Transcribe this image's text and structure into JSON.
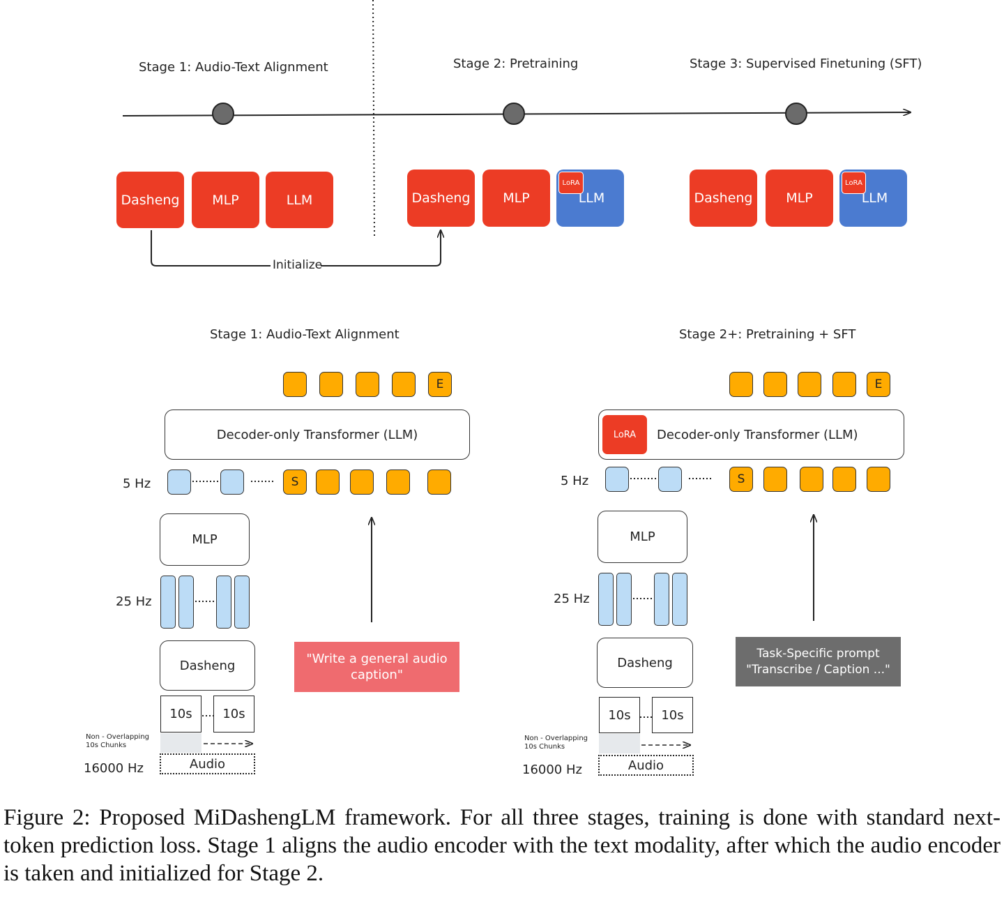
{
  "top": {
    "stage1_title": "Stage 1: Audio-Text Alignment",
    "stage2_title": "Stage 2: Pretraining",
    "stage3_title": "Stage 3: Supervised Finetuning (SFT)",
    "stage1_blocks": [
      "Dasheng",
      "MLP",
      "LLM"
    ],
    "stage2_blocks": [
      "Dasheng",
      "MLP",
      "LLM"
    ],
    "stage3_blocks": [
      "Dasheng",
      "MLP",
      "LLM"
    ],
    "lora_badge": "LoRA",
    "initialize_label": "Initialize",
    "colors": {
      "frozen_or_trained_red": "#ec3c25",
      "lora_blue": "#4b7bd0",
      "timeline_dot": "#6b6b6b"
    }
  },
  "left_panel": {
    "title": "Stage 1: Audio-Text Alignment",
    "output_end_token": "E",
    "transformer_label": "Decoder-only Transformer (LLM)",
    "start_token": "S",
    "rate_5hz": "5 Hz",
    "mlp_label": "MLP",
    "rate_25hz": "25 Hz",
    "encoder_label": "Dasheng",
    "chunk1": "10s",
    "chunk2": "10s",
    "chunk_note_line1": "Non - Overlapping",
    "chunk_note_line2": "10s Chunks",
    "rate_audio": "16000 Hz",
    "audio_label": "Audio",
    "prompt_text": "\"Write a general audio caption\"",
    "prompt_color": "#ef6b6f"
  },
  "right_panel": {
    "title": "Stage 2+: Pretraining + SFT",
    "output_end_token": "E",
    "lora_label": "LoRA",
    "transformer_label": "Decoder-only Transformer (LLM)",
    "start_token": "S",
    "rate_5hz": "5 Hz",
    "mlp_label": "MLP",
    "rate_25hz": "25 Hz",
    "encoder_label": "Dasheng",
    "chunk1": "10s",
    "chunk2": "10s",
    "chunk_note_line1": "Non - Overlapping",
    "chunk_note_line2": "10s Chunks",
    "rate_audio": "16000 Hz",
    "audio_label": "Audio",
    "prompt_line1": "Task-Specific prompt",
    "prompt_line2": "\"Transcribe / Caption ...\"",
    "prompt_color": "#6d6d6d"
  },
  "caption": {
    "text": "Figure 2: Proposed MiDashengLM framework. For all three stages, training is done with standard next-token prediction loss. Stage 1 aligns the audio encoder with the text modality, after which the audio encoder is taken and initialized for Stage 2."
  }
}
